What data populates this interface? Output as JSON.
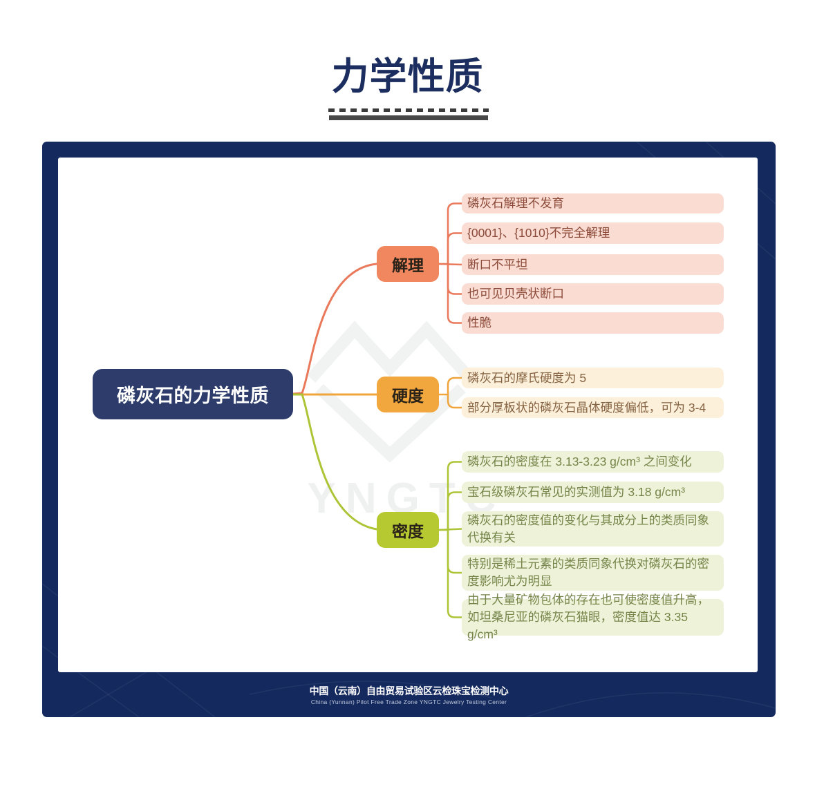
{
  "title": "力学性质",
  "colors": {
    "title": "#1c2d5f",
    "frame": "#14295e"
  },
  "watermark": {
    "icon": "diamond-logo",
    "text": "YNGTC",
    "color": "#f1f2f2"
  },
  "footer": {
    "line_cn": "中国（云南）自由贸易试验区云检珠宝检测中心",
    "line_en": "China (Yunnan) Pilot Free Trade Zone  YNGTC Jewelry Testing Center"
  },
  "mindmap": {
    "root": {
      "label": "磷灰石的力学性质",
      "bg": "#2d3c6b"
    },
    "branches": [
      {
        "label": "解理",
        "bg": "#f0875f",
        "line": "#e9795a",
        "leaf_bg": "#fbdcd3",
        "leaf_text": "#8c4a39",
        "leaves": [
          "磷灰石解理不发育",
          "{0001}、{1010}不完全解理",
          "断口不平坦",
          "也可见贝壳状断口",
          "性脆"
        ]
      },
      {
        "label": "硬度",
        "bg": "#f2a73e",
        "line": "#f0a43c",
        "leaf_bg": "#fdf0da",
        "leaf_text": "#856343",
        "leaves": [
          "磷灰石的摩氏硬度为 5",
          "部分厚板状的磷灰石晶体硬度偏低，可为 3-4"
        ]
      },
      {
        "label": "密度",
        "bg": "#b6c931",
        "line": "#aec437",
        "leaf_bg": "#eef2d8",
        "leaf_text": "#75854a",
        "leaves": [
          "磷灰石的密度在 3.13-3.23 g/cm³ 之间变化",
          "宝石级磷灰石常见的实测值为 3.18 g/cm³",
          "磷灰石的密度值的变化与其成分上的类质同象代换有关",
          "特别是稀土元素的类质同象代换对磷灰石的密度影响尤为明显",
          "由于大量矿物包体的存在也可使密度值升高，如坦桑尼亚的磷灰石猫眼，密度值达 3.35 g/cm³"
        ]
      }
    ]
  }
}
